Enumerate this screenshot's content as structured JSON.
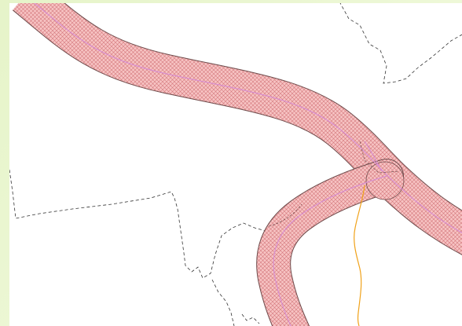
{
  "map": {
    "layers": [
      {
        "name": "road-buffer",
        "style": "hatched",
        "fill_color": "#f4b7b7",
        "hatch_color": "#d9767a",
        "edge_color": "#6e4b4b"
      },
      {
        "name": "road-centerline",
        "color": "#d58ad6"
      },
      {
        "name": "boundary",
        "style": "dashed",
        "color": "#333333"
      },
      {
        "name": "stream",
        "color": "#f0a21a"
      }
    ],
    "colors": {
      "page_background": "#e9f5cf",
      "map_background": "#ffffff"
    }
  }
}
